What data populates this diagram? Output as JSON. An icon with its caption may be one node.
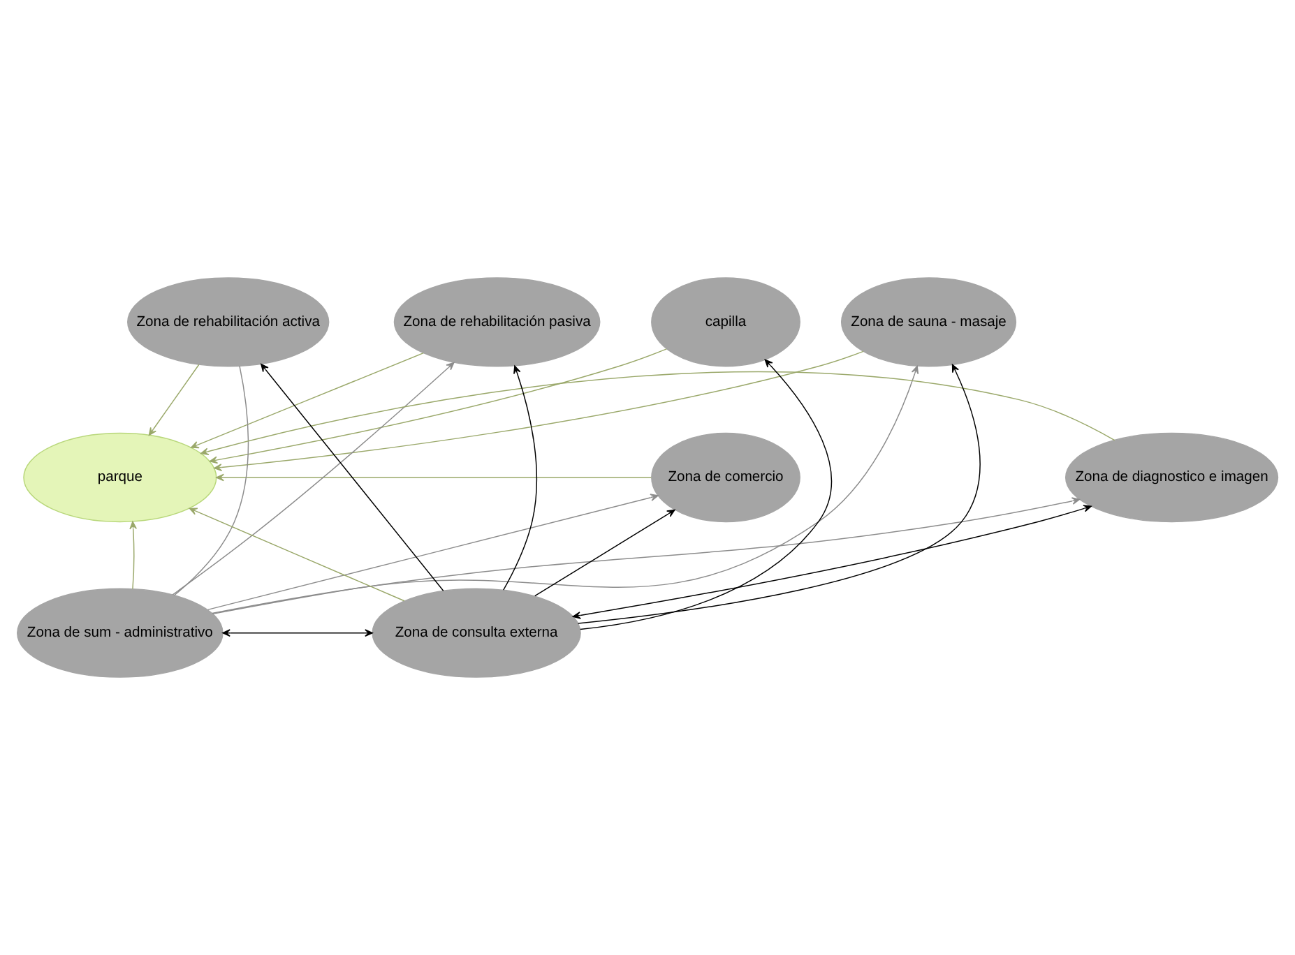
{
  "diagram": {
    "nodes": [
      {
        "text": [
          "Zona de rehabilitación activa"
        ]
      },
      {
        "text": [
          "capilla"
        ]
      },
      {
        "text": [
          "Zona de rehabilitación pasiva"
        ]
      },
      {
        "text": [
          "Zona de sauna - masaje"
        ]
      },
      {
        "text": [
          "Zona de comercio"
        ]
      },
      {
        "text": [
          "parque"
        ]
      },
      {
        "text": [
          "Zona de sum - administrativo"
        ]
      },
      {
        "text": [
          "Zona de diagnostico e imagen"
        ]
      },
      {
        "text": [
          "Zona de consulta externa"
        ]
      }
    ],
    "edges": [
      {
        "from": 0,
        "to": 5,
        "arrow": "to"
      },
      {
        "from": 1,
        "to": 5,
        "arrow": "to"
      },
      {
        "from": 2,
        "to": 5,
        "arrow": "to"
      },
      {
        "from": 3,
        "to": 5,
        "arrow": "to"
      },
      {
        "from": 4,
        "to": 5,
        "arrow": "to"
      },
      {
        "from": 6,
        "to": 5,
        "arrow": "to"
      },
      {
        "from": 7,
        "to": 5,
        "arrow": "to"
      },
      {
        "from": 8,
        "to": 5,
        "arrow": "to"
      },
      {
        "from": 8,
        "to": 0,
        "arrow": "to",
        "color": "#000000"
      },
      {
        "from": 8,
        "to": 1,
        "arrow": "to",
        "color": "#000000"
      },
      {
        "from": 8,
        "to": 2,
        "arrow": "to",
        "color": "#000000"
      },
      {
        "from": 8,
        "to": 3,
        "arrow": "to",
        "color": "#000000"
      },
      {
        "from": 8,
        "to": 4,
        "arrow": "to",
        "color": "#000000"
      },
      {
        "from": 6,
        "to": 0,
        "arrow": "none",
        "color": "#8c8c8c"
      },
      {
        "from": 6,
        "to": 4,
        "arrow": "to",
        "color": "#8c8c8c"
      },
      {
        "from": 6,
        "to": 2,
        "arrow": "to",
        "color": "#8c8c8c"
      },
      {
        "from": 6,
        "to": 3,
        "arrow": "to",
        "color": "#8c8c8c"
      },
      {
        "from": 6,
        "to": 7,
        "arrow": "to",
        "color": "#8c8c8c"
      },
      {
        "from": 6,
        "to": 8,
        "arrow": "both",
        "color": "#000000"
      },
      {
        "from": 8,
        "to": 7,
        "arrow": "both",
        "color": "#000000"
      }
    ]
  }
}
